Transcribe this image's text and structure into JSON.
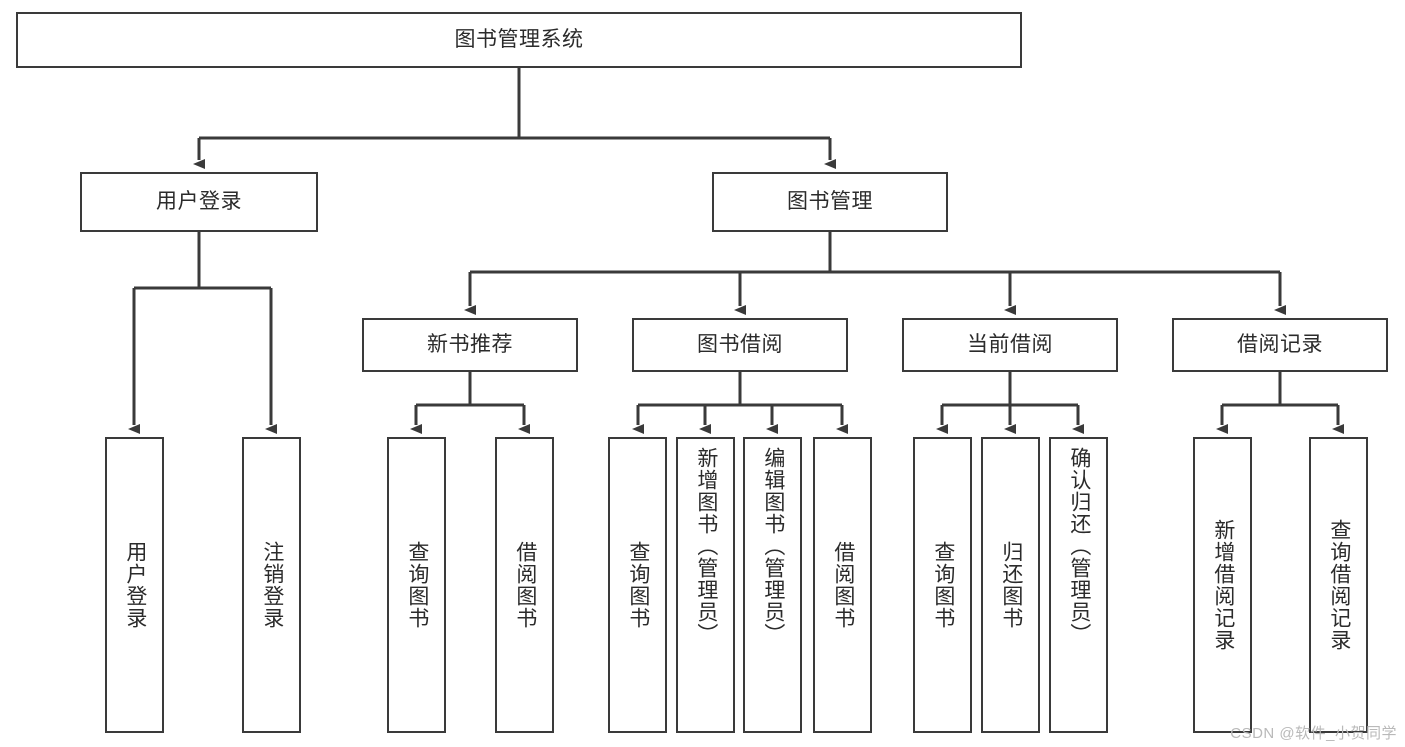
{
  "diagram": {
    "type": "tree-hierarchy-chart",
    "title": "图书管理系统",
    "colors": {
      "box_border": "#3a3a3a",
      "box_fill": "#ffffff",
      "connector": "#3a3a3a",
      "text": "#2b2b2b",
      "watermark": "#b9b9b9",
      "background": "#ffffff"
    },
    "root": {
      "id": "root",
      "label": "图书管理系统",
      "orientation": "horizontal"
    },
    "level1": [
      {
        "id": "user-login",
        "label": "用户登录",
        "orientation": "horizontal"
      },
      {
        "id": "book-management",
        "label": "图书管理",
        "orientation": "horizontal"
      }
    ],
    "level2": [
      {
        "id": "new-book-recommend",
        "label": "新书推荐",
        "parent": "book-management",
        "orientation": "horizontal"
      },
      {
        "id": "book-borrow",
        "label": "图书借阅",
        "parent": "book-management",
        "orientation": "horizontal"
      },
      {
        "id": "current-borrow",
        "label": "当前借阅",
        "parent": "book-management",
        "orientation": "horizontal"
      },
      {
        "id": "borrow-record",
        "label": "借阅记录",
        "parent": "book-management",
        "orientation": "horizontal"
      }
    ],
    "leaves": [
      {
        "id": "leaf-user-login",
        "label": "用户登录",
        "parent": "user-login",
        "orientation": "vertical"
      },
      {
        "id": "leaf-user-logout",
        "label": "注销登录",
        "parent": "user-login",
        "orientation": "vertical"
      },
      {
        "id": "leaf-query-book-1",
        "label": "查询图书",
        "parent": "new-book-recommend",
        "orientation": "vertical"
      },
      {
        "id": "leaf-borrow-book-1",
        "label": "借阅图书",
        "parent": "new-book-recommend",
        "orientation": "vertical"
      },
      {
        "id": "leaf-query-book-2",
        "label": "查询图书",
        "parent": "book-borrow",
        "orientation": "vertical"
      },
      {
        "id": "leaf-add-book",
        "label": "新增图书（管理员）",
        "parent": "book-borrow",
        "orientation": "vertical"
      },
      {
        "id": "leaf-edit-book",
        "label": "编辑图书（管理员）",
        "parent": "book-borrow",
        "orientation": "vertical"
      },
      {
        "id": "leaf-borrow-book-2",
        "label": "借阅图书",
        "parent": "book-borrow",
        "orientation": "vertical"
      },
      {
        "id": "leaf-query-book-3",
        "label": "查询图书",
        "parent": "current-borrow",
        "orientation": "vertical"
      },
      {
        "id": "leaf-return-book",
        "label": "归还图书",
        "parent": "current-borrow",
        "orientation": "vertical"
      },
      {
        "id": "leaf-confirm-return",
        "label": "确认归还（管理员）",
        "parent": "current-borrow",
        "orientation": "vertical"
      },
      {
        "id": "leaf-add-record",
        "label": "新增借阅记录",
        "parent": "borrow-record",
        "orientation": "vertical"
      },
      {
        "id": "leaf-query-record",
        "label": "查询借阅记录",
        "parent": "borrow-record",
        "orientation": "vertical"
      }
    ]
  },
  "watermark": {
    "text": "CSDN @软件_小贺同学"
  }
}
